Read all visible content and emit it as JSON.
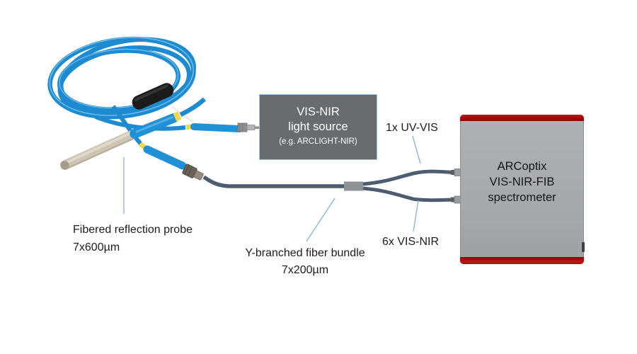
{
  "diagram": {
    "light_source_box": {
      "title_line1": "VIS-NIR",
      "title_line2": "light source",
      "subtitle": "(e.g. ARCLIGHT-NIR)"
    },
    "spectrometer_box": {
      "line1": "ARCoptix",
      "line2": "VIS-NIR-FIB",
      "line3": "spectrometer"
    },
    "labels": {
      "input_uv_vis": "1x UV-VIS",
      "input_vis_nir": "6x VIS-NIR",
      "probe_name": "Fibered reflection probe",
      "probe_spec": "7x600µm",
      "bundle_name": "Y-branched fiber bundle",
      "bundle_spec": "7x200µm"
    },
    "colors": {
      "probe_cable_blue": "#1e8bd1",
      "bundle_cable_slate": "#4d5c6f",
      "light_source_gray": "#6a6b6d",
      "spectrometer_gray": "#a9aaac",
      "spectrometer_red": "#a50f0f",
      "callout_line_blue": "#8ab6dc",
      "band_yellow": "#ecd94f"
    }
  }
}
